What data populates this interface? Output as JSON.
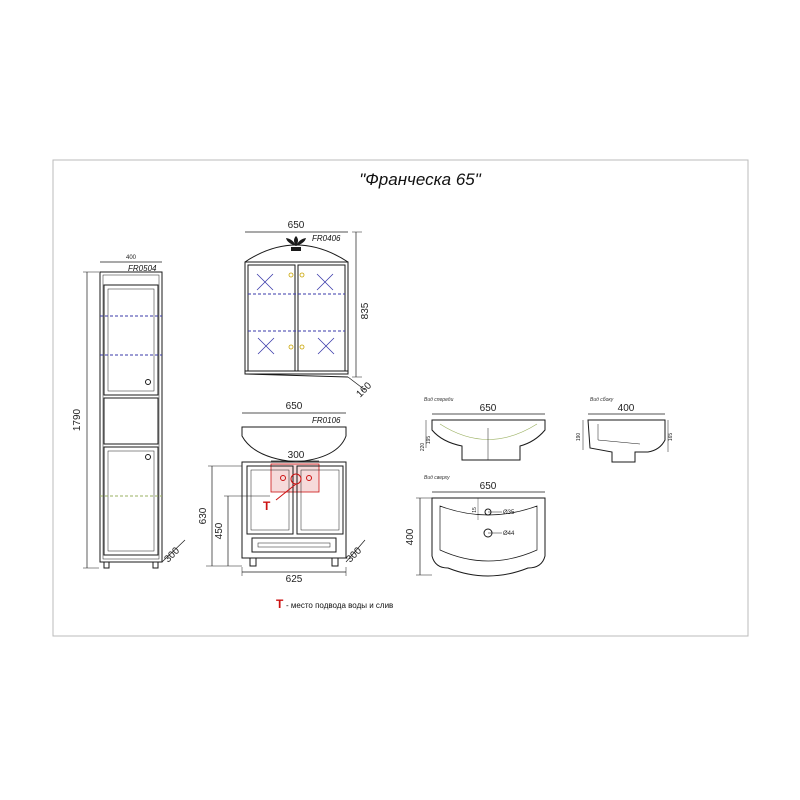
{
  "title": "\"Франческа 65\"",
  "colors": {
    "line": "#1a1a1a",
    "dim_blue": "#2a2a8a",
    "accent_red": "#cc1111",
    "shelf_dash": "#3a3aaa",
    "highlight_fill": "#f6dada"
  },
  "column": {
    "code": "FR0504",
    "width": "400",
    "height": "1790",
    "depth": "300"
  },
  "mirror": {
    "code": "FR0406",
    "width": "650",
    "height": "835",
    "depth": "160"
  },
  "vanity": {
    "code": "FR0106",
    "width_top": "650",
    "width_base": "625",
    "height_total": "630",
    "height_supply": "450",
    "zone_width": "300",
    "depth": "300",
    "supply_marker": "T"
  },
  "basin_front": {
    "view_label": "Вид спереди",
    "width": "650",
    "height_a": "220",
    "height_b": "195"
  },
  "basin_side": {
    "view_label": "Вид сбоку",
    "width": "400",
    "height_a": "190",
    "height_b": "165"
  },
  "basin_top": {
    "view_label": "Вид сверху",
    "width": "650",
    "depth": "400",
    "hole_tap": "Ø35",
    "hole_drain": "Ø44",
    "offset": "15"
  },
  "legend": {
    "marker": "T",
    "text": "- место подвода воды и слив"
  }
}
